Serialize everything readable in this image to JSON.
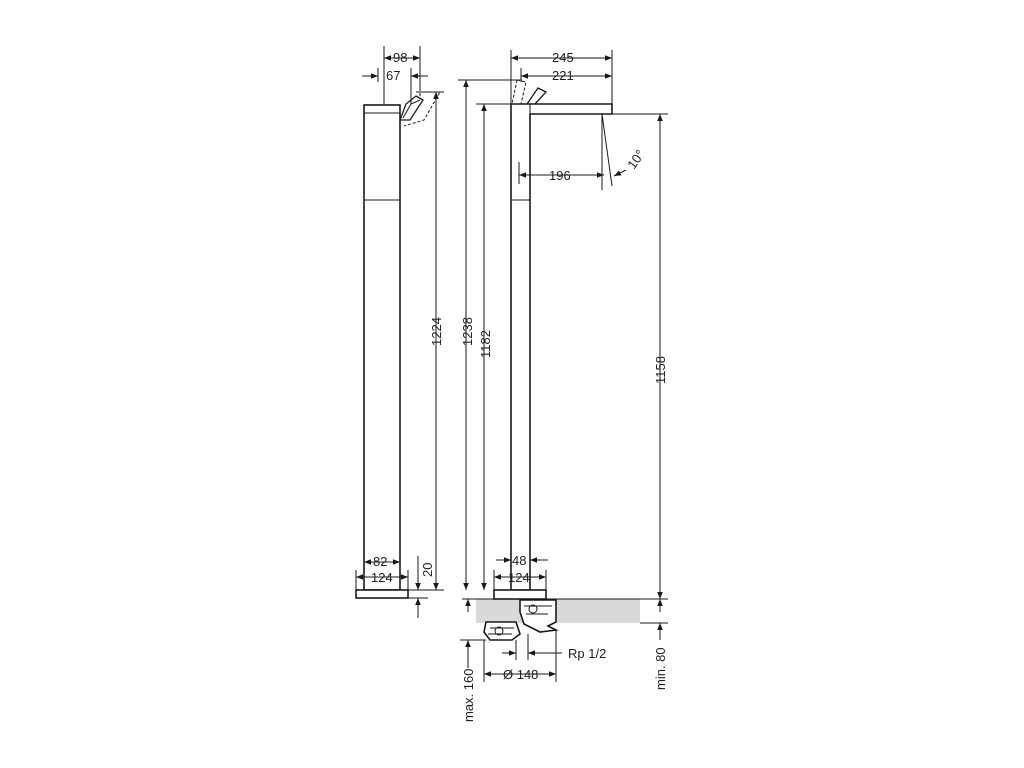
{
  "dimensions": {
    "side_98": "98",
    "side_67": "67",
    "side_1224": "1224",
    "side_82": "82",
    "side_124": "124",
    "side_20": "20",
    "front_245": "245",
    "front_221": "221",
    "front_196": "196",
    "front_angle": "10°",
    "front_1238": "1238",
    "front_1182": "1182",
    "front_1158": "1158",
    "front_48": "48",
    "front_124": "124",
    "thread": "Rp 1/2",
    "diameter": "Ø 148",
    "max_depth": "max. 160",
    "min_depth": "min. 80"
  }
}
